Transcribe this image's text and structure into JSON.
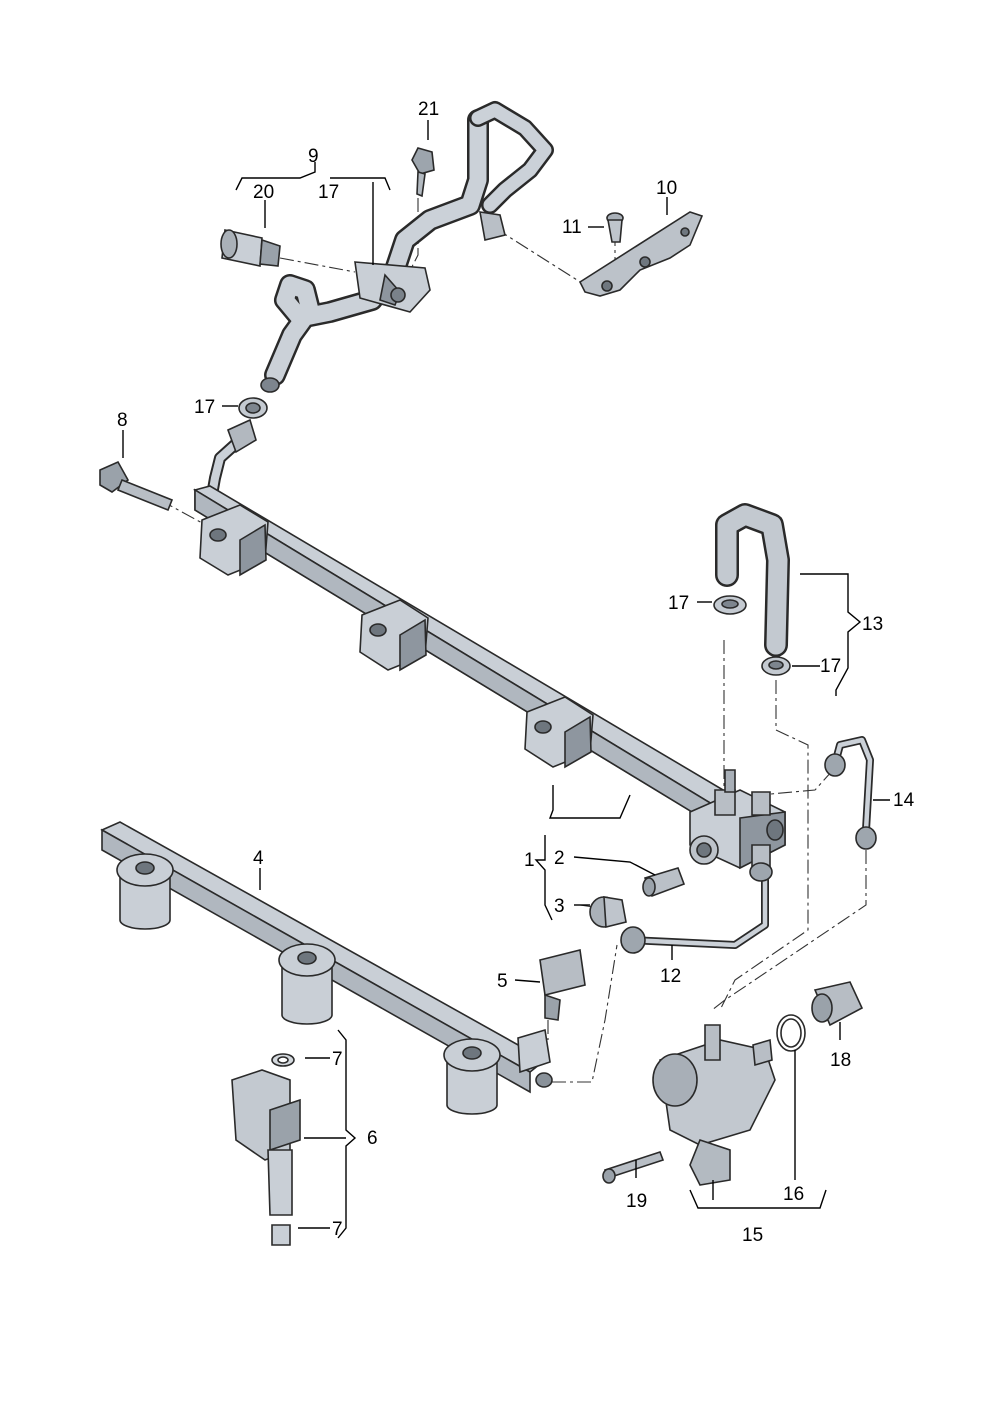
{
  "labels": {
    "l1": "1",
    "l2": "2",
    "l3": "3",
    "l4": "4",
    "l5": "5",
    "l6": "6",
    "l7a": "7",
    "l7b": "7",
    "l8": "8",
    "l9": "9",
    "l10": "10",
    "l11": "11",
    "l12": "12",
    "l13": "13",
    "l14": "14",
    "l15": "15",
    "l16": "16",
    "l17a": "17",
    "l17b": "17",
    "l17c": "17",
    "l17d": "17",
    "l18": "18",
    "l19": "19",
    "l20": "20",
    "l21": "21"
  }
}
